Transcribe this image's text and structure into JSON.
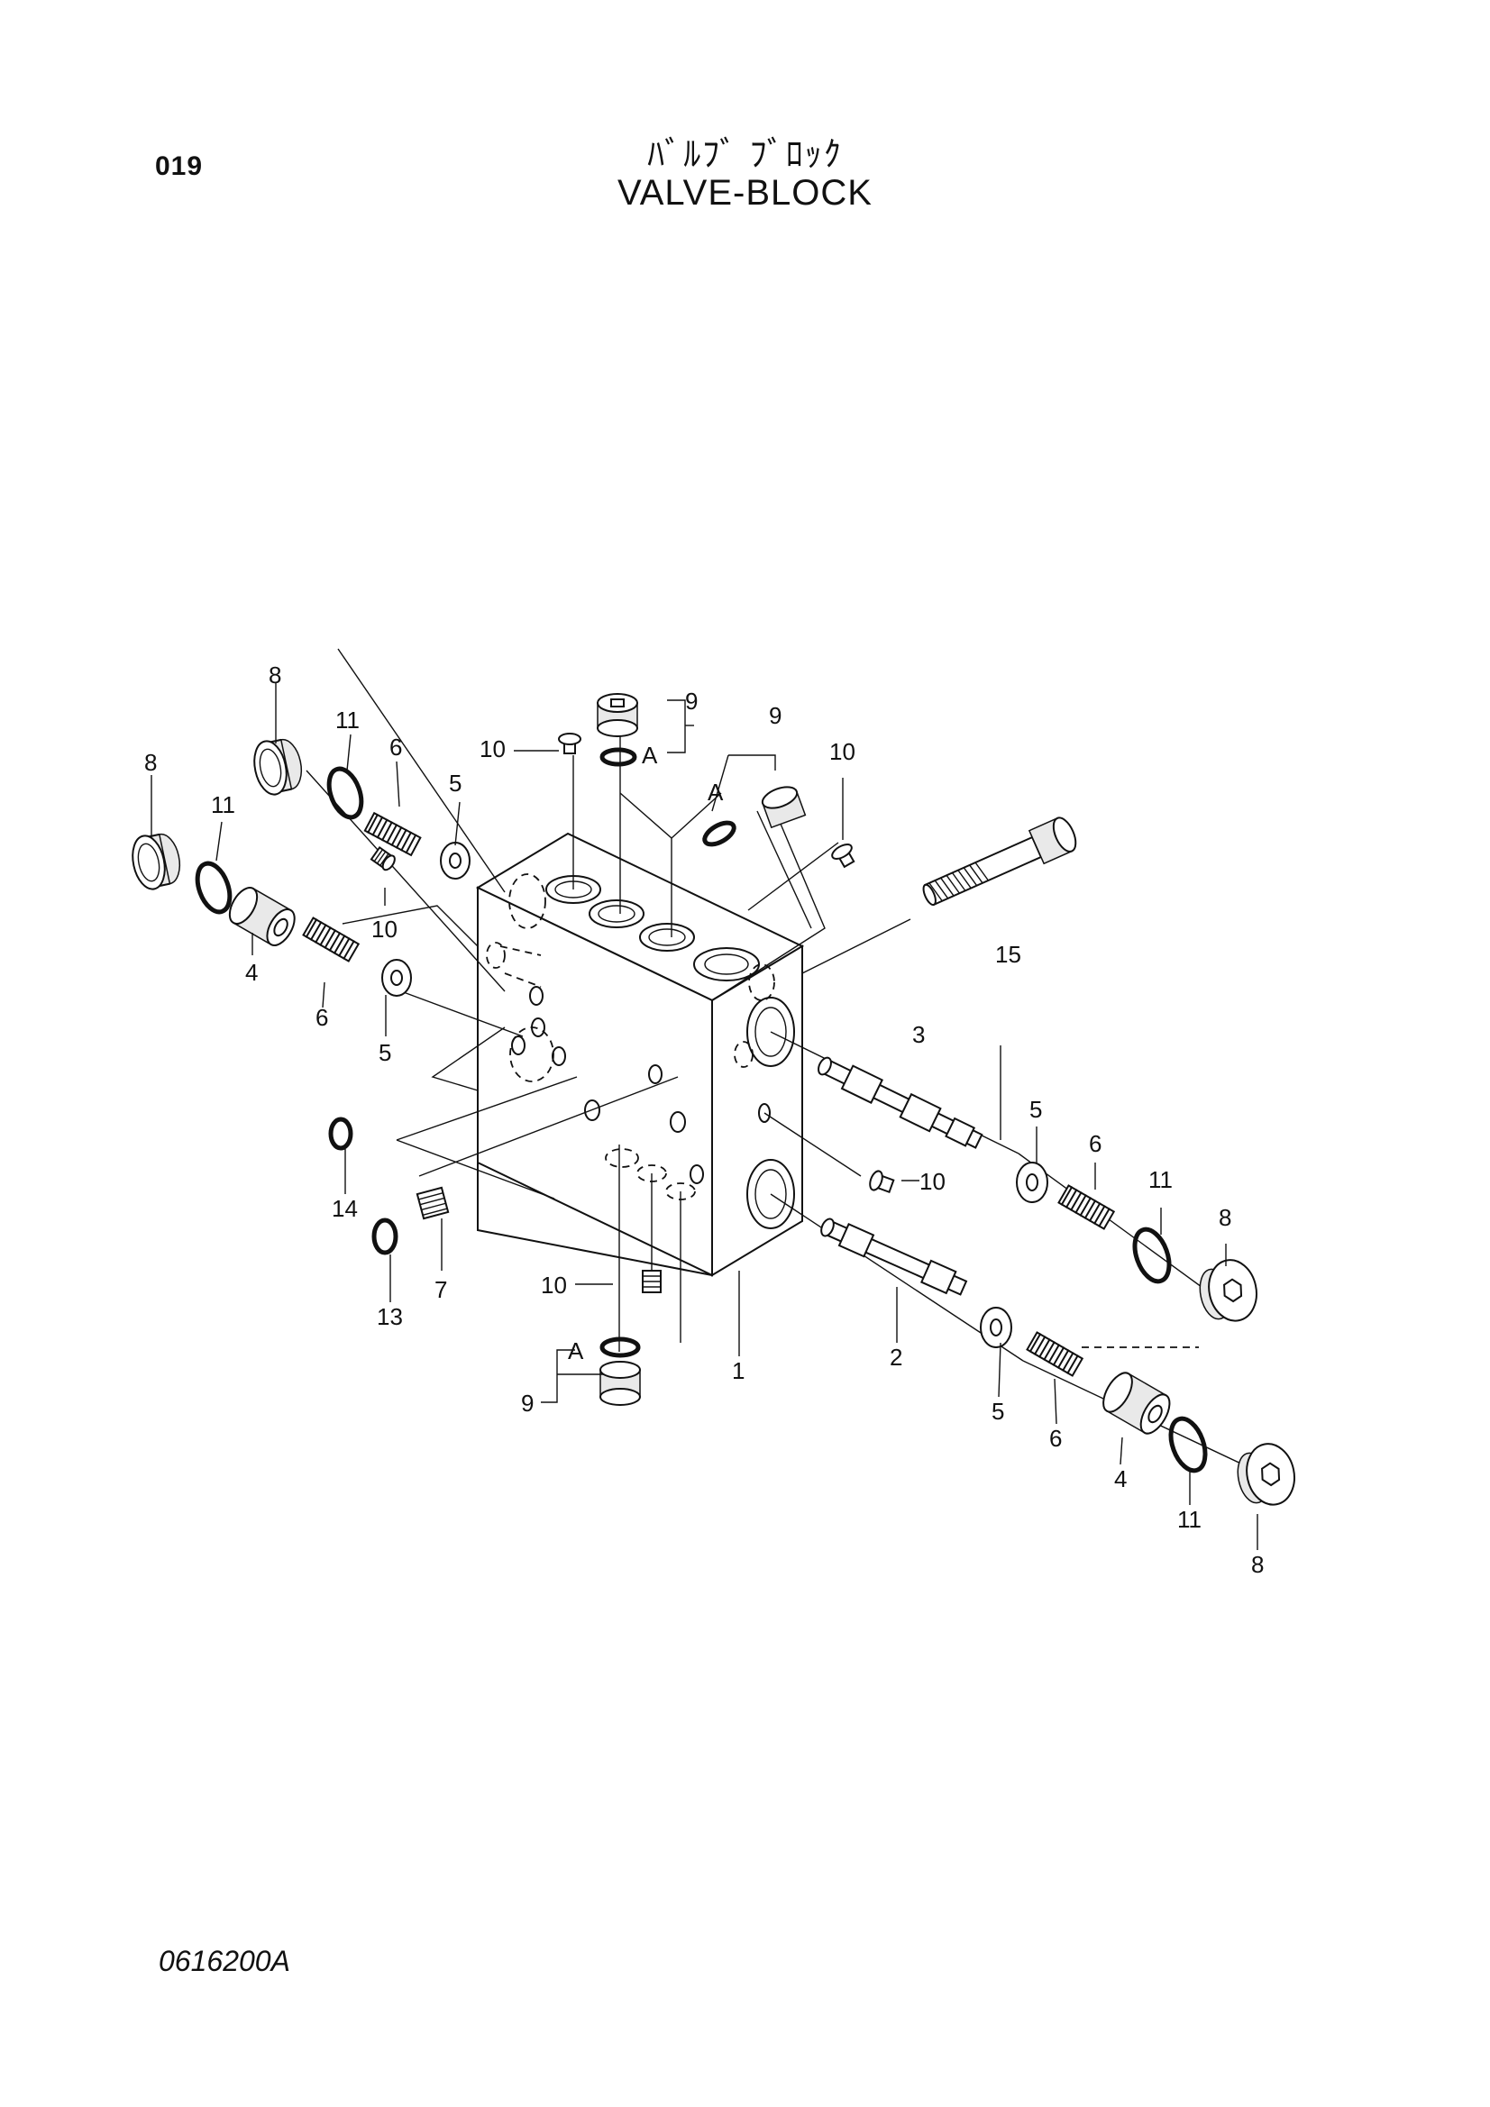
{
  "header": {
    "page_number": "019",
    "title_jp": "ﾊﾞﾙﾌﾞ ﾌﾞﾛｯｸ",
    "title_en": "VALVE-BLOCK"
  },
  "footer": {
    "drawing_code": "0616200A"
  },
  "callouts": {
    "c1": "1",
    "c2": "2",
    "c3": "3",
    "c4a": "4",
    "c4b": "4",
    "c5a": "5",
    "c5b": "5",
    "c5c": "5",
    "c5d": "5",
    "c6a": "6",
    "c6b": "6",
    "c6c": "6",
    "c6d": "6",
    "c7": "7",
    "c8a": "8",
    "c8b": "8",
    "c8c": "8",
    "c8d": "8",
    "c9a": "9",
    "c9b": "9",
    "c9c": "9",
    "c10a": "10",
    "c10b": "10",
    "c10c": "10",
    "c10d": "10",
    "c10e": "10",
    "c11a": "11",
    "c11b": "11",
    "c11c": "11",
    "c11d": "11",
    "c13": "13",
    "c14": "14",
    "c15": "15",
    "ref_a1": "A",
    "ref_a2": "A",
    "ref_a3": "A"
  }
}
